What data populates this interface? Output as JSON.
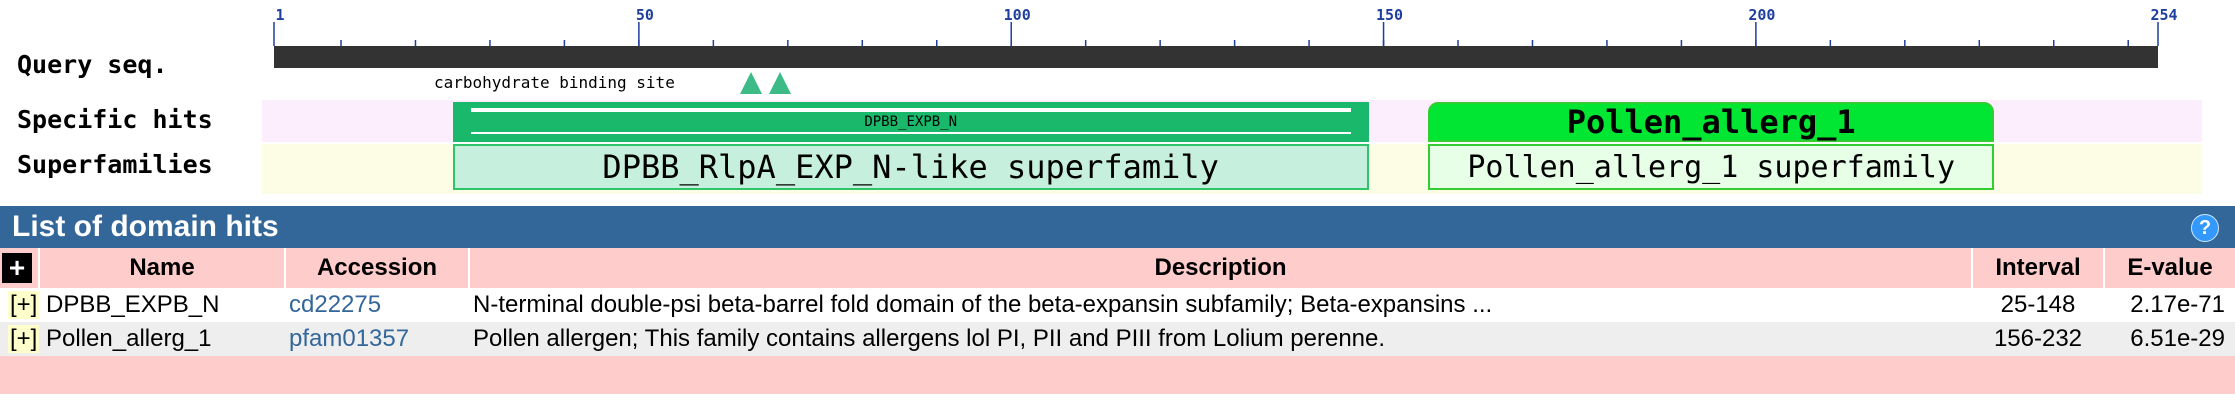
{
  "graphic": {
    "ruler": {
      "min": 1,
      "max": 254,
      "labels": [
        "1",
        "50",
        "100",
        "150",
        "200",
        "254"
      ],
      "label_values": [
        1,
        50,
        100,
        150,
        200,
        254
      ]
    },
    "rows": {
      "query": "Query seq.",
      "specific": "Specific hits",
      "superfamilies": "Superfamilies"
    },
    "site_label": "carbohydrate binding site",
    "site_positions": [
      65,
      69
    ],
    "specific_hits": [
      {
        "label": "DPBB_EXPB_N",
        "from": 25,
        "to": 148,
        "color": "#19b86b"
      },
      {
        "label": "Pollen_allerg_1",
        "from": 156,
        "to": 232,
        "color": "#00e633"
      }
    ],
    "superfamily_hits": [
      {
        "label": "DPBB_RlpA_EXP_N-like superfamily",
        "from": 25,
        "to": 148,
        "color": "#c7efdd",
        "border": "#2ec46a"
      },
      {
        "label": "Pollen_allerg_1 superfamily",
        "from": 156,
        "to": 232,
        "color": "#e6ffe6",
        "border": "#33cc33"
      }
    ],
    "colors": {
      "query_bar": "#333333",
      "specific_band": "#fdeefd",
      "super_band": "#fdfde6",
      "site": "#3dbb87"
    }
  },
  "panel": {
    "title": "List of domain hits",
    "help": "?",
    "columns": [
      "Name",
      "Accession",
      "Description",
      "Interval",
      "E-value"
    ],
    "expand_all": "+",
    "rows": [
      {
        "expander": "[+]",
        "name": "DPBB_EXPB_N",
        "accession": "cd22275",
        "description": "N-terminal double-psi beta-barrel fold domain of the beta-expansin subfamily; Beta-expansins ...",
        "interval": "25-148",
        "evalue": "2.17e-71"
      },
      {
        "expander": "[+]",
        "name": "Pollen_allerg_1",
        "accession": "pfam01357",
        "description": "Pollen allergen; This family contains allergens lol PI, PII and PIII from Lolium perenne.",
        "interval": "156-232",
        "evalue": "6.51e-29"
      }
    ]
  }
}
